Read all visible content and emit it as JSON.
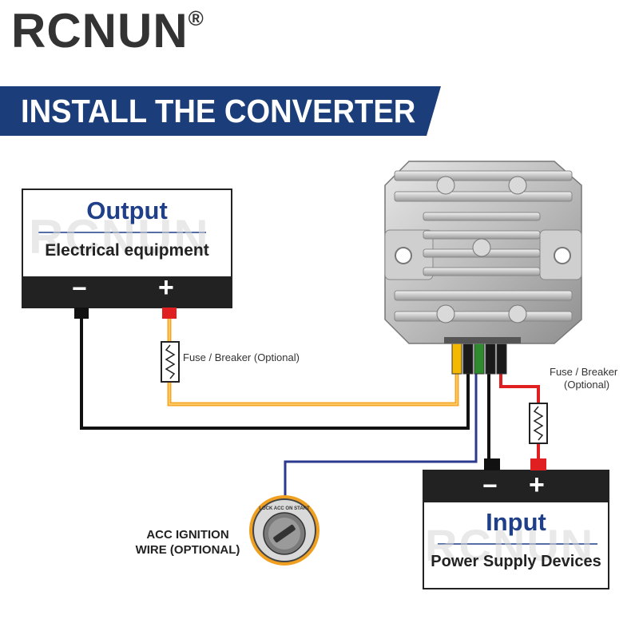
{
  "brand": {
    "name": "RCNUN",
    "registered": "®"
  },
  "banner": {
    "title": "INSTALL THE CONVERTER"
  },
  "output_box": {
    "title": "Output",
    "subtitle": "Electrical equipment",
    "minus": "−",
    "plus": "+"
  },
  "input_box": {
    "title": "Input",
    "subtitle": "Power Supply Devices",
    "minus": "−",
    "plus": "+"
  },
  "fuse_output": {
    "label": "Fuse / Breaker (Optional)"
  },
  "fuse_input": {
    "label_line1": "Fuse / Breaker",
    "label_line2": "(Optional)"
  },
  "ignition": {
    "label_line1": "ACC IGNITION",
    "label_line2": "WIRE (OPTIONAL)",
    "switch_text": "LOCK ACC ON START"
  },
  "watermark": "RCNUN",
  "colors": {
    "banner": "#1b3e7a",
    "title_blue": "#1f3f88",
    "wire_yellow": "#f5a623",
    "wire_red": "#e02020",
    "wire_black": "#111111",
    "wire_blue": "#2b3a8f",
    "wire_green": "#2e8b2e"
  }
}
